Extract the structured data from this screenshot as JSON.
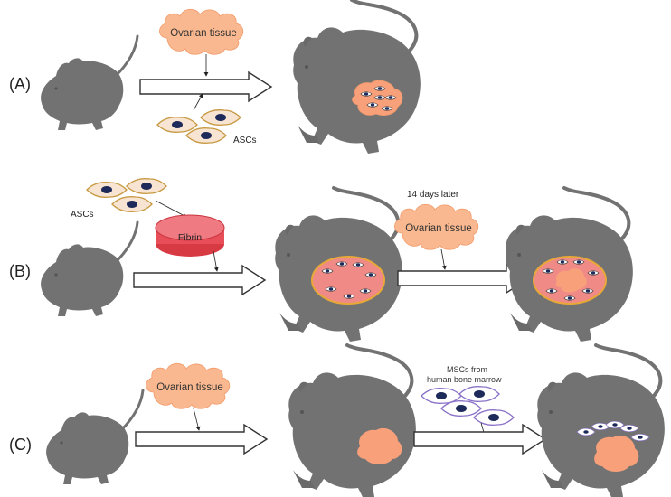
{
  "rows": [
    {
      "label": "(A)"
    },
    {
      "label": "(B)"
    },
    {
      "label": "(C)"
    }
  ],
  "labels": {
    "ovarian_tissue": "Ovarian tissue",
    "ascs": "ASCs",
    "fibrin": "Fibrin",
    "days_later": "14 days later",
    "mscs_line1": "MSCs from",
    "mscs_line2": "human bone marrow"
  },
  "colors": {
    "mouse": "#727272",
    "cloud": "#f9b88f",
    "ovary": "#f7a07a",
    "asc_cell": "#f8e4d2",
    "asc_outline": "#c79a43",
    "nucleus": "#1d2a5a",
    "msc_outline": "#8a72c8",
    "fibrin_gel": "#e84e58",
    "scaffold": "#f08a86",
    "scaffold_rim": "#e8a838"
  }
}
